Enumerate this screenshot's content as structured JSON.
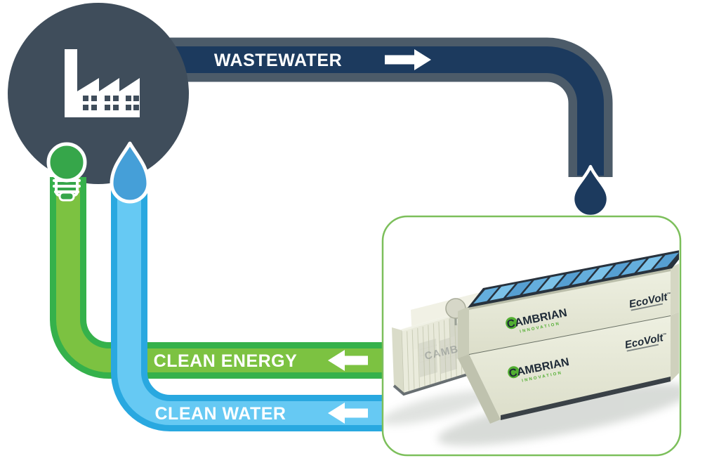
{
  "labels": {
    "wastewater": "WASTEWATER",
    "clean_energy": "CLEAN ENERGY",
    "clean_water": "CLEAN WATER"
  },
  "colors": {
    "background": "#ffffff",
    "factory_circle": "#3f4d5b",
    "factory_icon": "#ffffff",
    "wastewater_core": "#1c3a5e",
    "wastewater_edge": "#4c5b69",
    "energy_core": "#7cc241",
    "energy_edge": "#35b14b",
    "water_core": "#66c9f3",
    "water_edge": "#29a8e0",
    "bulb_fill": "#36a64a",
    "drop_fill": "#459fd8",
    "label_text": "#ffffff",
    "panel_border": "#7cbf5b",
    "container_body": "#e9eada",
    "container_frame": "#28323d",
    "roof_glass": "#64aedd",
    "brand_navy": "#1d2936",
    "brand_green": "#52ae32"
  },
  "product_panel": {
    "brand_name": "CAMBRIAN",
    "brand_sub": "INNOVATION",
    "product_name": "EcoVolt",
    "product_tm": "™",
    "roof_panel_count": 12,
    "rib_count": 13
  }
}
